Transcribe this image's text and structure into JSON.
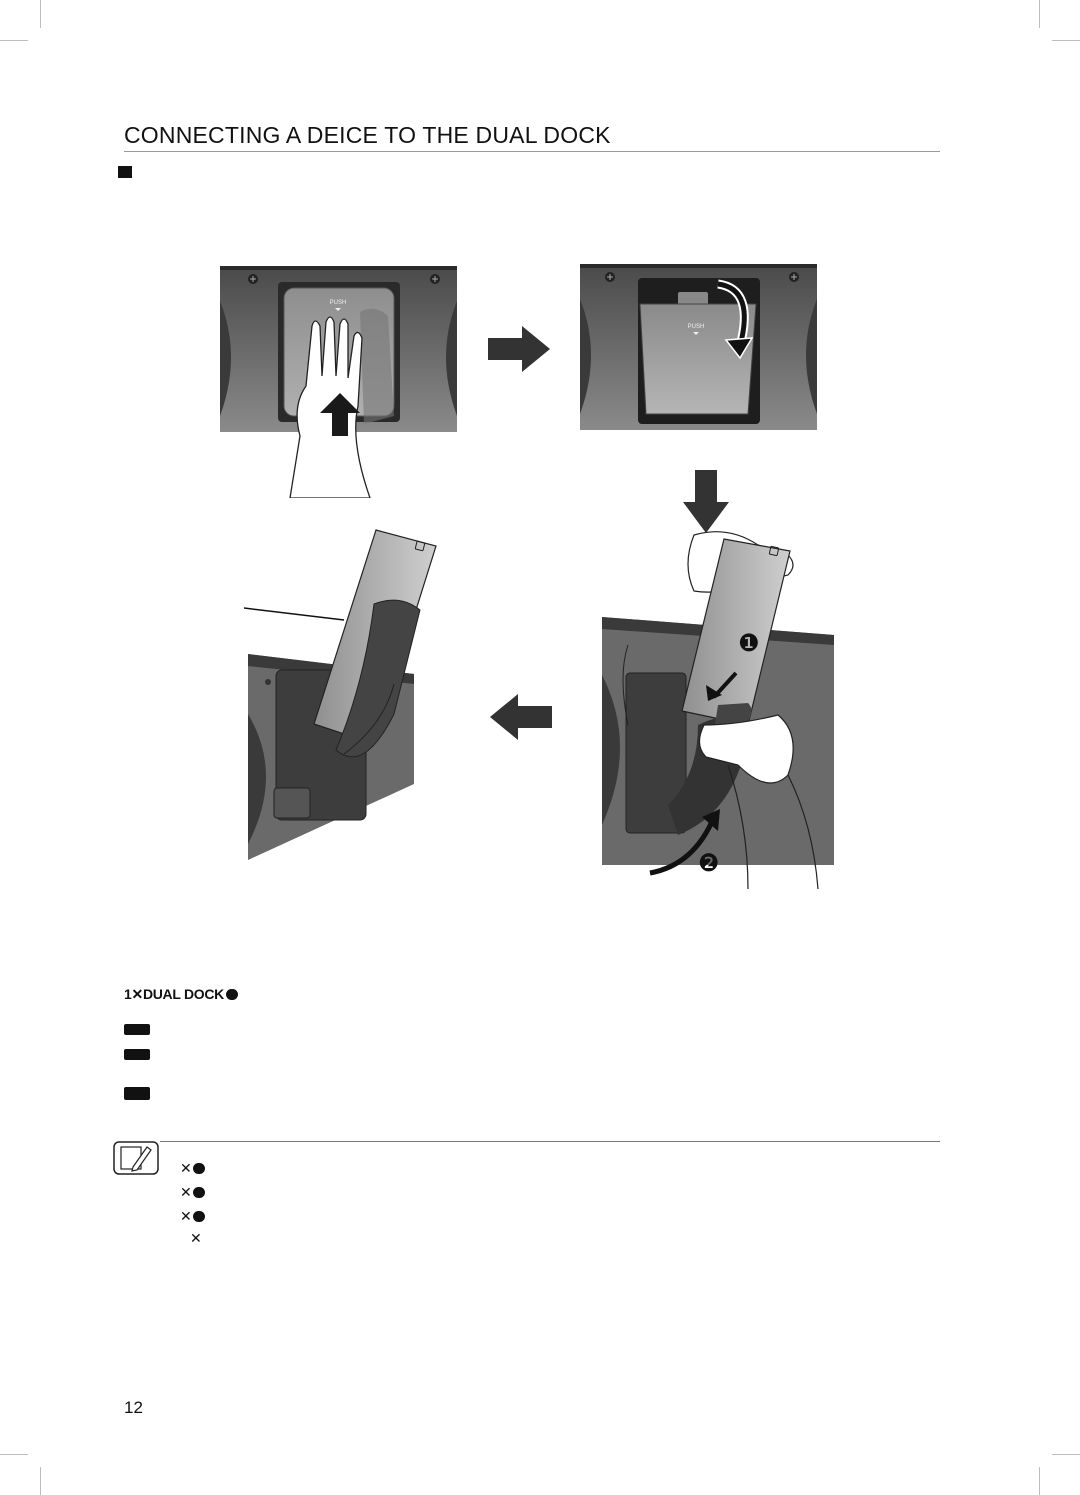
{
  "page": {
    "title": "CONNECTING A DEICE TO THE DUAL DOCK",
    "page_number": "12"
  },
  "figure": {
    "push_label_1": "PUSH",
    "push_label_2": "PUSH",
    "callout_1": "❶",
    "callout_2": "❷"
  },
  "step": {
    "prefix": "1",
    "glyph": "✕",
    "label": "DUAL DOCK"
  },
  "notes": {
    "markers": [
      "✕",
      "✕",
      "✕",
      "✕"
    ]
  }
}
